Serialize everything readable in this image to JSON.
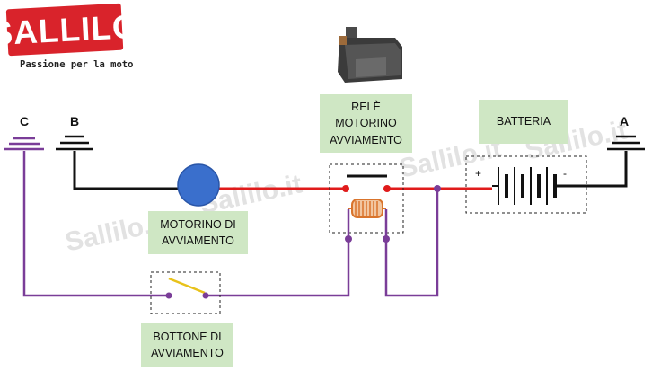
{
  "logo": {
    "brand": "SALLILO",
    "tagline": "Passione per la moto"
  },
  "terminals": {
    "a": "A",
    "b": "B",
    "c": "C"
  },
  "labels": {
    "relay": [
      "RELÈ",
      "MOTORINO",
      "AVVIAMENTO"
    ],
    "battery": "BATTERIA",
    "starter_motor": [
      "MOTORINO DI",
      "AVVIAMENTO"
    ],
    "start_button": [
      "BOTTONE DI",
      "AVVIAMENTO"
    ]
  },
  "battery_polarity": {
    "positive": "+",
    "negative": "-"
  },
  "watermarks": [
    "Sallilo.it",
    "Sallilo.it",
    "Sallilo.it",
    "Sallilo.it"
  ],
  "colors": {
    "wire_positive": "#e01b1b",
    "wire_ground": "#111111",
    "wire_control": "#7a3d98",
    "label_fill": "#cfe7c4",
    "motor": "#3a6fcc",
    "coil": "#d9742c",
    "switch": "#e8c21b",
    "logo": "#d9232b"
  }
}
